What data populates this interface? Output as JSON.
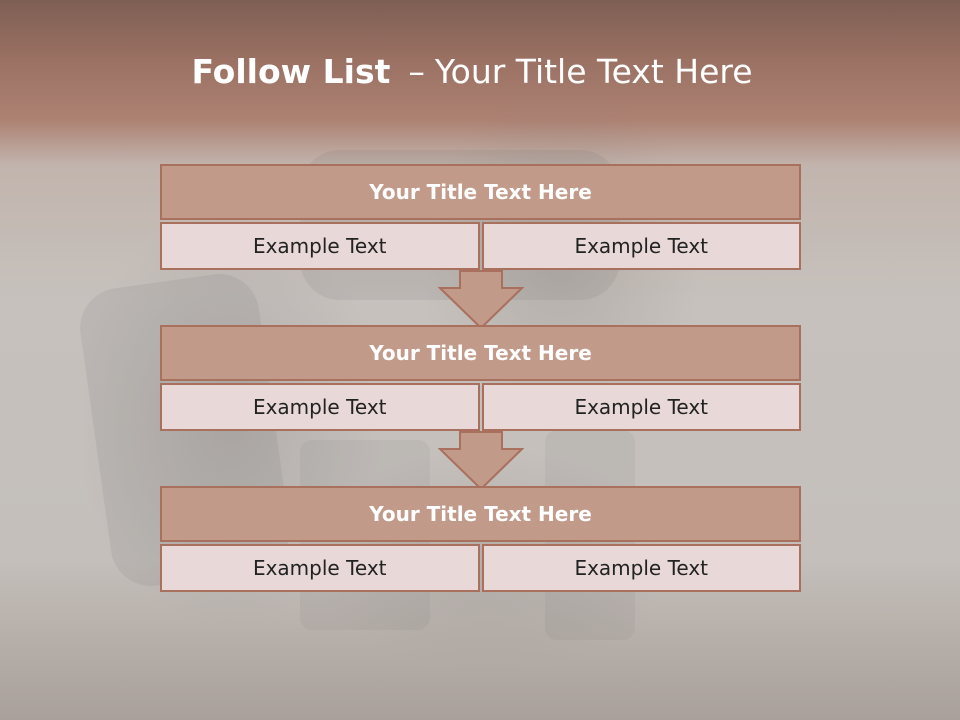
{
  "slide": {
    "title_bold": "Follow List",
    "title_dash": "–",
    "title_rest": "Your Title Text Here"
  },
  "colors": {
    "header_fill": "#c19a8a",
    "border": "#a9705e",
    "cell_fill": "#e8d9d8",
    "arrow_fill": "#c19a8a"
  },
  "icons": [
    "arrow-down-icon"
  ],
  "groups": [
    {
      "title": "Your Title Text Here",
      "cells": [
        "Example Text",
        "Example Text"
      ]
    },
    {
      "title": "Your Title Text Here",
      "cells": [
        "Example Text",
        "Example Text"
      ]
    },
    {
      "title": "Your Title Text Here",
      "cells": [
        "Example Text",
        "Example Text"
      ]
    }
  ]
}
